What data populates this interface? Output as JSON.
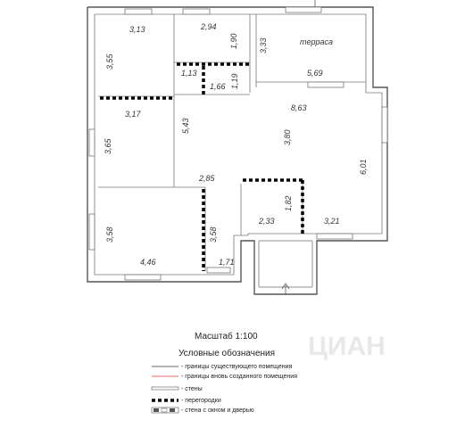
{
  "rooms": {
    "terrace_label": "терраса"
  },
  "dimensions": {
    "d_313": "3,13",
    "d_355": "3,55",
    "d_294": "2,94",
    "d_190": "1,90",
    "d_333": "3,33",
    "d_569": "5,69",
    "d_113": "1,13",
    "d_166": "1,66",
    "d_119": "1,19",
    "d_317": "3,17",
    "d_863": "8,63",
    "d_365": "3,65",
    "d_543": "5,43",
    "d_380": "3,80",
    "d_601": "6,01",
    "d_285": "2,85",
    "d_182": "1,82",
    "d_358a": "3,58",
    "d_358b": "3,58",
    "d_233": "2,33",
    "d_321": "3,21",
    "d_446": "4,46",
    "d_171": "1,71"
  },
  "scale": "Масштаб 1:100",
  "legend": {
    "title": "Условные обозначения",
    "items": [
      "- границы существующего помещения",
      "- границы вновь созданного помещения",
      "- стены",
      "- перегородки",
      "- стена с окном и дверью"
    ]
  },
  "watermark": "ЦИАН"
}
